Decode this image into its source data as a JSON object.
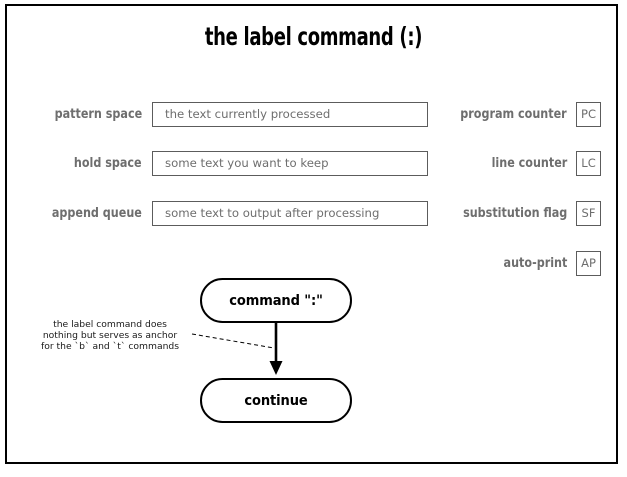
{
  "title": "the label command (:)",
  "registers_left": [
    {
      "label": "pattern space",
      "value": "the text currently processed"
    },
    {
      "label": "hold space",
      "value": "some text you want to keep"
    },
    {
      "label": "append queue",
      "value": "some text to output after processing"
    }
  ],
  "registers_right": [
    {
      "label": "program counter",
      "abbr": "PC"
    },
    {
      "label": "line counter",
      "abbr": "LC"
    },
    {
      "label": "substitution flag",
      "abbr": "SF"
    },
    {
      "label": "auto-print",
      "abbr": "AP"
    }
  ],
  "flow": {
    "node_command": "command \":\"",
    "node_continue": "continue",
    "annotation": "the label command does\nnothing but serves as anchor\nfor the `b` and `t` commands"
  },
  "colors": {
    "frame": "#000000",
    "label_gray": "#6e6e6e",
    "box_border": "#5c5c5c",
    "node_border": "#000000",
    "arrow": "#000000",
    "annotation_text": "#1a1a1a",
    "background": "#ffffff"
  }
}
